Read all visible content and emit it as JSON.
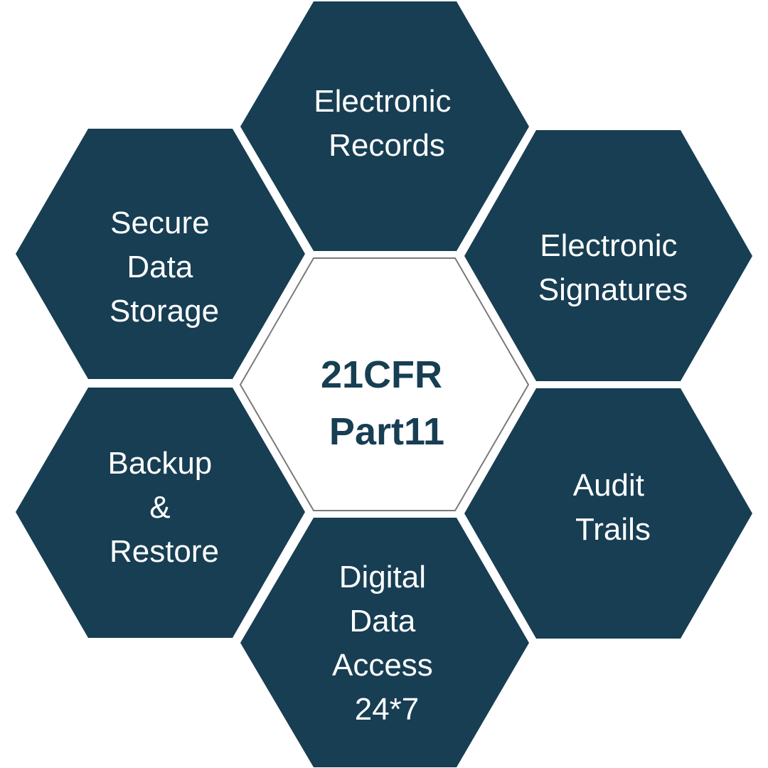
{
  "diagram": {
    "colors": {
      "hex_fill": "#173e53",
      "center_fill": "#ffffff",
      "center_stroke": "#7a7a7a",
      "center_text": "#173e53",
      "outer_text": "#ffffff",
      "background": "#ffffff"
    },
    "center": {
      "lines": [
        "21CFR",
        "Part11"
      ]
    },
    "segments": [
      {
        "id": "electronic-records",
        "lines": [
          "Electronic",
          "Records"
        ]
      },
      {
        "id": "electronic-signatures",
        "lines": [
          "Electronic",
          "Signatures"
        ]
      },
      {
        "id": "audit-trails",
        "lines": [
          "Audit",
          "Trails"
        ]
      },
      {
        "id": "digital-data-access",
        "lines": [
          "Digital",
          "Data",
          "Access",
          "24*7"
        ]
      },
      {
        "id": "backup-restore",
        "lines": [
          "Backup",
          "&",
          "Restore"
        ]
      },
      {
        "id": "secure-data-storage",
        "lines": [
          "Secure",
          "Data",
          "Storage"
        ]
      }
    ]
  }
}
